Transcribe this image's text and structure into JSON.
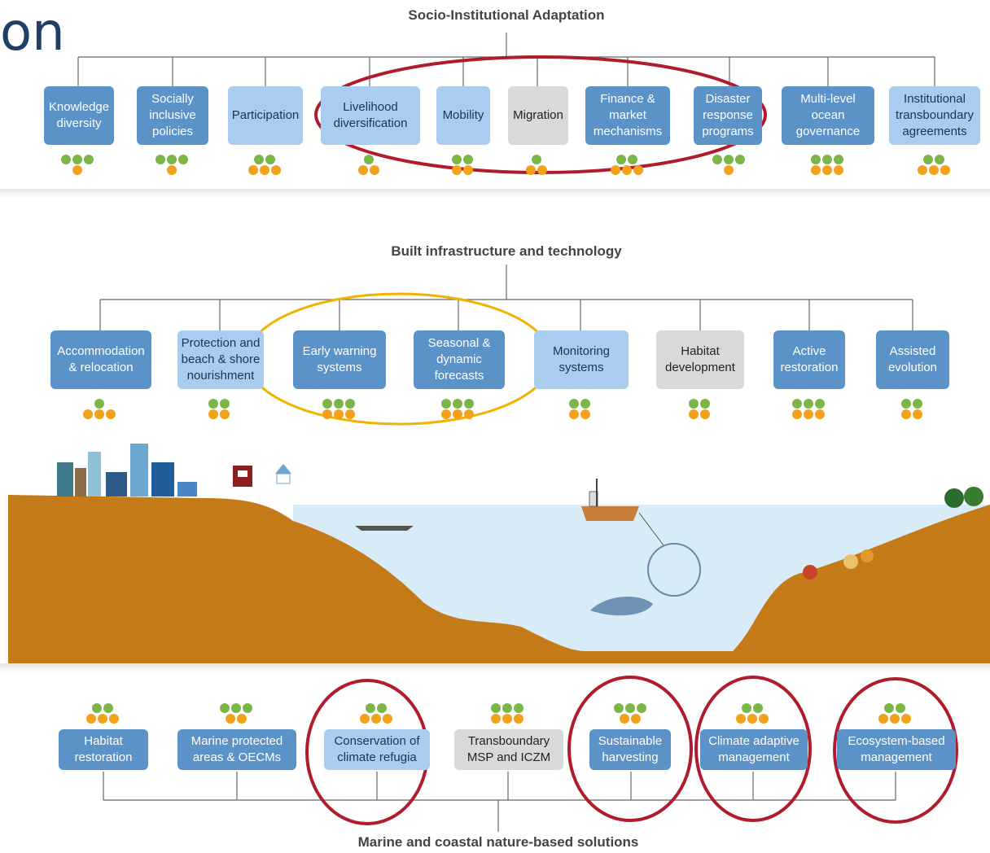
{
  "title_fragment": "on",
  "socio": {
    "title": "Socio-Institutional Adaptation",
    "boxes": [
      {
        "label": "Knowledge diversity",
        "style": "dark",
        "dots": {
          "green": 3,
          "orange": 1
        }
      },
      {
        "label": "Socially inclusive policies",
        "style": "dark",
        "dots": {
          "green": 3,
          "orange": 1
        }
      },
      {
        "label": "Participation",
        "style": "light",
        "dots": {
          "green": 2,
          "orange": 3
        }
      },
      {
        "label": "Livelihood diversification",
        "style": "light",
        "dots": {
          "green": 1,
          "orange": 2
        }
      },
      {
        "label": "Mobility",
        "style": "light",
        "dots": {
          "green": 2,
          "orange": 2
        }
      },
      {
        "label": "Migration",
        "style": "grey",
        "dots": {
          "green": 1,
          "orange": 2
        }
      },
      {
        "label": "Finance & market mechanisms",
        "style": "dark",
        "dots": {
          "green": 2,
          "orange": 3
        }
      },
      {
        "label": "Disaster response programs",
        "style": "dark",
        "dots": {
          "green": 3,
          "orange": 1
        }
      },
      {
        "label": "Multi-level ocean governance",
        "style": "dark",
        "dots": {
          "green": 3,
          "orange": 3
        }
      },
      {
        "label": "Institutional transboundary agreements",
        "style": "light",
        "dots": {
          "green": 2,
          "orange": 3
        }
      }
    ]
  },
  "built": {
    "title": "Built infrastructure and technology",
    "boxes": [
      {
        "label": "Accommodation & relocation",
        "style": "dark",
        "dots": {
          "green": 1,
          "orange": 3
        }
      },
      {
        "label": "Protection and beach & shore nourishment",
        "style": "light",
        "dots": {
          "green": 2,
          "orange": 2
        }
      },
      {
        "label": "Early warning systems",
        "style": "dark",
        "dots": {
          "green": 3,
          "orange": 3
        }
      },
      {
        "label": "Seasonal & dynamic forecasts",
        "style": "dark",
        "dots": {
          "green": 3,
          "orange": 3
        }
      },
      {
        "label": "Monitoring systems",
        "style": "light",
        "dots": {
          "green": 2,
          "orange": 2
        }
      },
      {
        "label": "Habitat development",
        "style": "grey",
        "dots": {
          "green": 2,
          "orange": 2
        }
      },
      {
        "label": "Active restoration",
        "style": "dark",
        "dots": {
          "green": 3,
          "orange": 3
        }
      },
      {
        "label": "Assisted evolution",
        "style": "dark",
        "dots": {
          "green": 2,
          "orange": 2
        }
      }
    ]
  },
  "nature": {
    "title": "Marine and coastal nature-based solutions",
    "boxes": [
      {
        "label": "Habitat restoration",
        "style": "dark",
        "dots": {
          "green": 2,
          "orange": 3
        }
      },
      {
        "label": "Marine protected areas & OECMs",
        "style": "dark",
        "dots": {
          "green": 3,
          "orange": 2
        }
      },
      {
        "label": "Conservation of climate refugia",
        "style": "light",
        "dots": {
          "green": 2,
          "orange": 3
        }
      },
      {
        "label": "Transboundary MSP and ICZM",
        "style": "grey",
        "dots": {
          "green": 3,
          "orange": 3
        }
      },
      {
        "label": "Sustainable harvesting",
        "style": "dark",
        "dots": {
          "green": 3,
          "orange": 2
        }
      },
      {
        "label": "Climate adaptive management",
        "style": "dark",
        "dots": {
          "green": 2,
          "orange": 3
        }
      },
      {
        "label": "Ecosystem-based management",
        "style": "dark",
        "dots": {
          "green": 2,
          "orange": 3
        }
      }
    ]
  },
  "colors": {
    "dark_box": "#5b92c8",
    "light_box": "#a9cdef",
    "grey_box": "#d9d9d9",
    "dot_green": "#7ab648",
    "dot_orange": "#f2a21a",
    "highlight_red": "#b01c2e",
    "highlight_yellow": "#f0b400",
    "land": "#c47a17",
    "water": "#d8ecf8"
  }
}
